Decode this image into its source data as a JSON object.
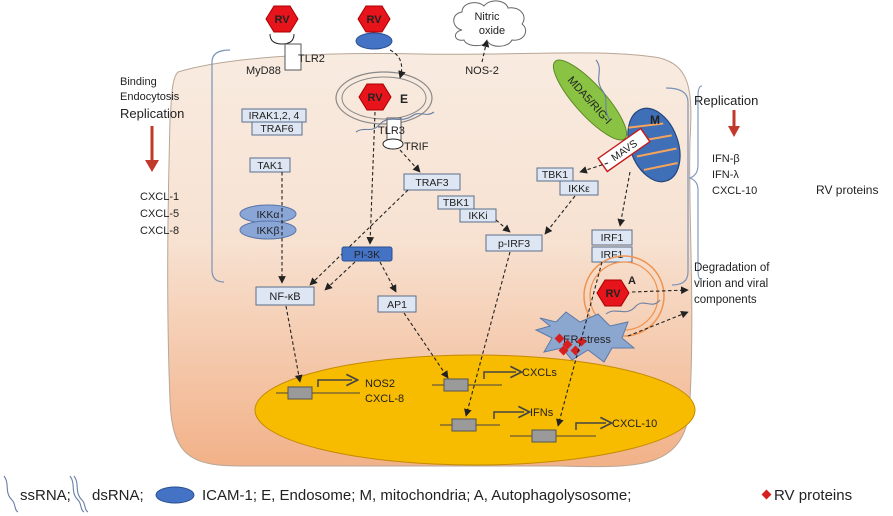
{
  "virus": {
    "label": "RV"
  },
  "endosome": {
    "label": "E"
  },
  "autophagosome": {
    "label": "A"
  },
  "mitochondria": {
    "label": "M"
  },
  "nitric_oxide": {
    "line1": "Nitric",
    "line2": "oxide"
  },
  "receptors": {
    "tlr2": "TLR2",
    "myd88": "MyD88",
    "tlr3": "TLR3",
    "trif": "TRIF",
    "mda5": "MDA5/RIG-I",
    "mavs": "MAVS",
    "nos2_enzyme": "NOS-2"
  },
  "signaling": {
    "irak": "IRAK1,2, 4",
    "traf6": "TRAF6",
    "tak1": "TAK1",
    "ikka": "IKKα",
    "ikkb": "IKKβ",
    "traf3": "TRAF3",
    "tbk1_a": "TBK1",
    "ikki": "IKKi",
    "tbk1_b": "TBK1",
    "ikke": "IKKε",
    "pi3k": "PI-3K",
    "nfkb": "NF-κB",
    "ap1": "AP1",
    "pirf3": "p-IRF3",
    "irf1_a": "IRF1",
    "irf1_b": "IRF1"
  },
  "er_stress": "ER stress",
  "degradation": {
    "line1": "Degradation of",
    "line2": "virion and viral",
    "line3": "components"
  },
  "left_panel": {
    "line1": "Binding",
    "line2": "Endocytosis",
    "line3": "Replication",
    "out1": "CXCL-1",
    "out2": "CXCL-5",
    "out3": "CXCL-8"
  },
  "right_panel": {
    "title": "Replication",
    "out1": "IFN-β",
    "out2": "IFN-λ",
    "out3": "CXCL-10",
    "extra": "RV proteins"
  },
  "nucleus": {
    "gene1": "NOS2",
    "gene1b": "CXCL-8",
    "gene2": "CXCLs",
    "gene3": "IFNs",
    "gene4": "CXCL-10"
  },
  "legend": {
    "ssrna": "ssRNA;",
    "dsrna": "dsRNA;",
    "rest": "ICAM-1; E, Endosome; M, mitochondria; A, Autophagolysosome;",
    "proteins": "RV proteins"
  },
  "colors": {
    "cell_top": "#f7e6d8",
    "cell_bottom": "#f2b58c",
    "nucleus": "#f7bb00",
    "virus": "#e8141c",
    "icam": "#4472c4",
    "mda5": "#8ac343",
    "protein": "#d62020"
  }
}
